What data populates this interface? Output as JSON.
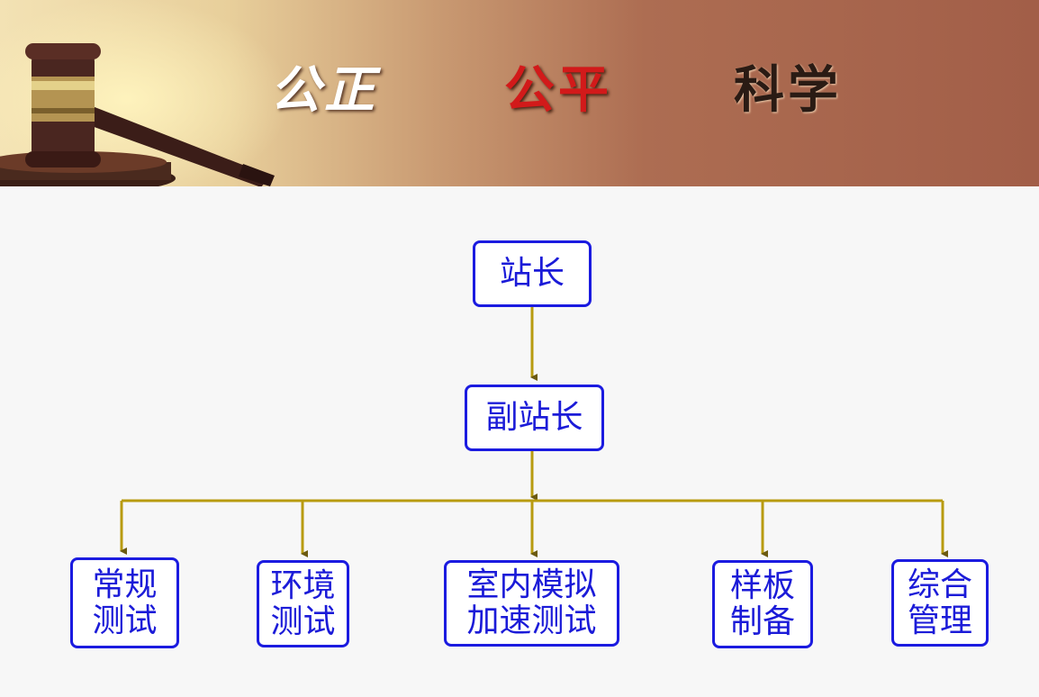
{
  "banner": {
    "words": [
      "公正",
      "公平",
      "科学"
    ],
    "colors": {
      "word1": "#ffffff",
      "word2": "#d21a1a",
      "word3": "#2a1b14"
    },
    "icon": "gavel-icon"
  },
  "org_chart": {
    "colors": {
      "border": "#1b1be0",
      "text": "#1b1bd8",
      "connector": "#b89b10"
    },
    "root": "站长",
    "deputy": "副站长",
    "departments": [
      {
        "line1": "常规",
        "line2": "测试"
      },
      {
        "line1": "环境",
        "line2": "测试"
      },
      {
        "line1": "室内模拟",
        "line2": "加速测试"
      },
      {
        "line1": "样板",
        "line2": "制备"
      },
      {
        "line1": "综合",
        "line2": "管理"
      }
    ]
  }
}
